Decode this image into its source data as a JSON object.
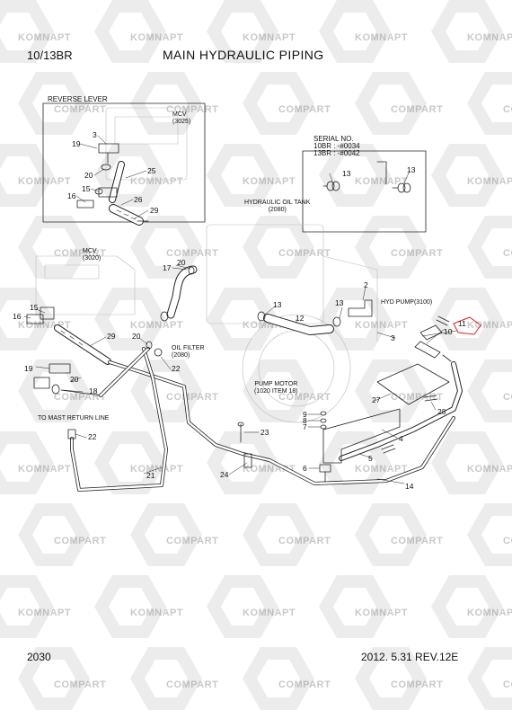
{
  "header": {
    "model": "10/13BR",
    "title": "MAIN HYDRAULIC PIPING"
  },
  "footer": {
    "page_no": "2030",
    "revision": "2012. 5.31  REV.12E"
  },
  "watermark": {
    "brand_a": "KOMNAPT",
    "brand_b": "COMPART"
  },
  "labels": {
    "reverse_lever": "REVERSE LEVER",
    "mcv_top": "MCV\n(3025)",
    "serial_title": "SERIAL NO.",
    "serial_10br": "10BR : -#0034",
    "serial_13br": "13BR : -#0042",
    "hyd_oil_tank": "HYDRAULIC OIL TANK\n(2080)",
    "mcv_main": "MCV\n(3020)",
    "hyd_pump": "HYD PUMP(3100)",
    "oil_filter": "OIL FILTER\n(2080)",
    "pump_motor": "PUMP MOTOR\n(1020 ITEM 18)",
    "mast_return": "TO MAST RETURN LINE"
  },
  "callouts": [
    {
      "id": "c3a",
      "text": "3"
    },
    {
      "id": "c19a",
      "text": "19"
    },
    {
      "id": "c20a",
      "text": "20"
    },
    {
      "id": "c25",
      "text": "25"
    },
    {
      "id": "c15a",
      "text": "15"
    },
    {
      "id": "c16a",
      "text": "16"
    },
    {
      "id": "c26",
      "text": "26"
    },
    {
      "id": "c29a",
      "text": "29"
    },
    {
      "id": "c13a",
      "text": "13"
    },
    {
      "id": "c13b",
      "text": "13"
    },
    {
      "id": "c17",
      "text": "17"
    },
    {
      "id": "c20b",
      "text": "20"
    },
    {
      "id": "c13c",
      "text": "13"
    },
    {
      "id": "c13d",
      "text": "13"
    },
    {
      "id": "c2",
      "text": "2"
    },
    {
      "id": "c12",
      "text": "12"
    },
    {
      "id": "c3b",
      "text": "3"
    },
    {
      "id": "c11",
      "text": "11"
    },
    {
      "id": "c10",
      "text": "10"
    },
    {
      "id": "c15b",
      "text": "15"
    },
    {
      "id": "c16b",
      "text": "16"
    },
    {
      "id": "c29b",
      "text": "29"
    },
    {
      "id": "c20c",
      "text": "20"
    },
    {
      "id": "c22a",
      "text": "22"
    },
    {
      "id": "c19b",
      "text": "19"
    },
    {
      "id": "c20d",
      "text": "20"
    },
    {
      "id": "c18",
      "text": "18"
    },
    {
      "id": "c27",
      "text": "27"
    },
    {
      "id": "c28",
      "text": "28"
    },
    {
      "id": "c9",
      "text": "9"
    },
    {
      "id": "c8",
      "text": "8"
    },
    {
      "id": "c7",
      "text": "7"
    },
    {
      "id": "c4",
      "text": "4"
    },
    {
      "id": "c5",
      "text": "5"
    },
    {
      "id": "c6",
      "text": "6"
    },
    {
      "id": "c23",
      "text": "23"
    },
    {
      "id": "c22b",
      "text": "22"
    },
    {
      "id": "c24",
      "text": "24"
    },
    {
      "id": "c21",
      "text": "21"
    },
    {
      "id": "c14",
      "text": "14"
    }
  ]
}
